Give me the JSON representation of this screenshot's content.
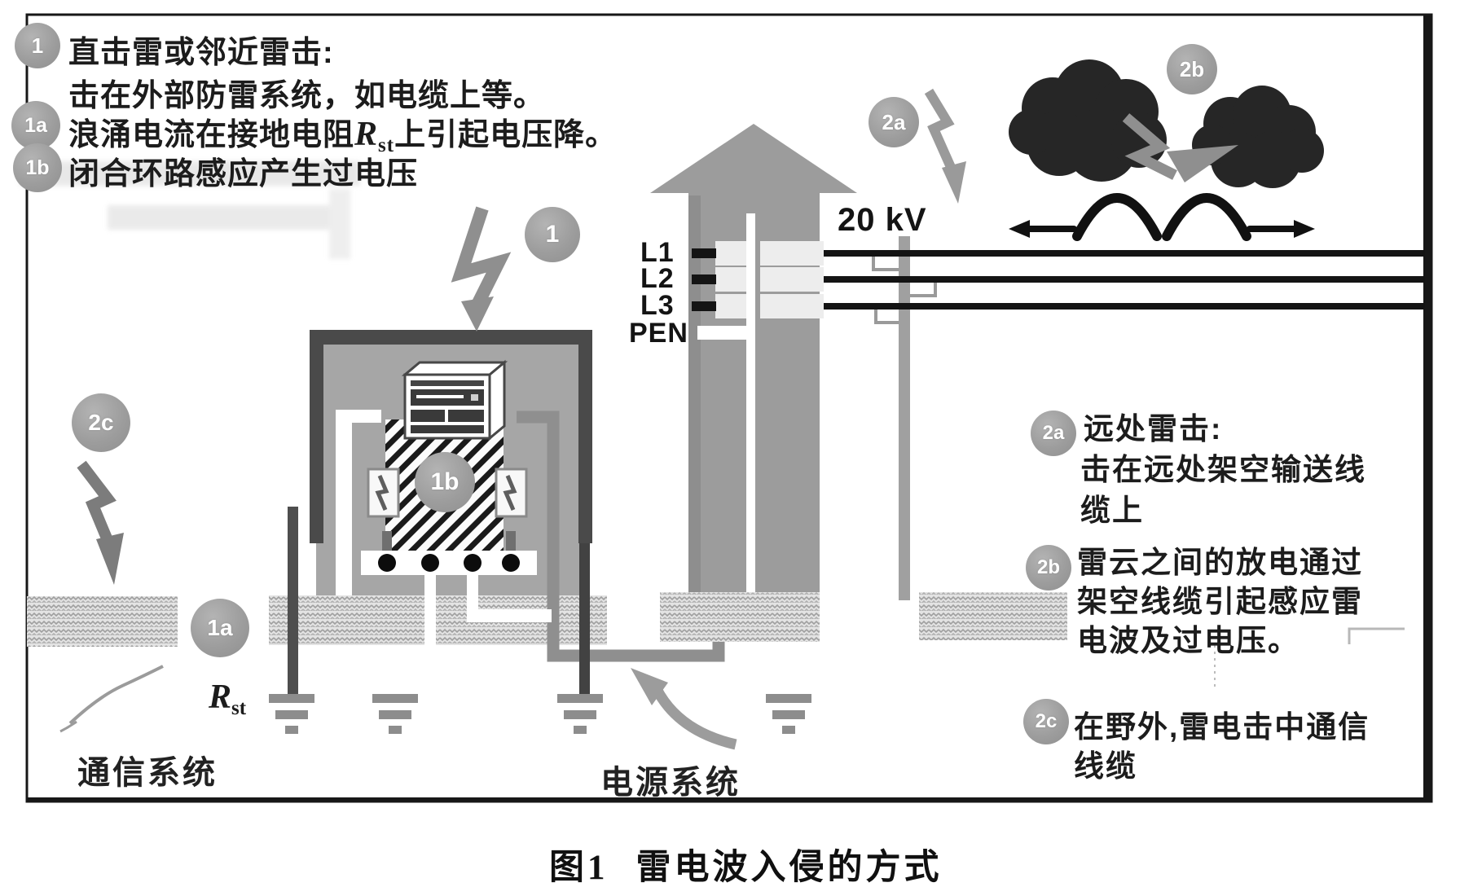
{
  "figure": {
    "caption_no": "图1",
    "caption_title": "雷电波入侵的方式"
  },
  "callouts": {
    "c1": {
      "badge": "1",
      "line1": "直击雷或邻近雷击:",
      "line2": "击在外部防雷系统，如电缆上等。"
    },
    "c1a": {
      "badge": "1a",
      "prefix": "浪涌电流在接地电阻",
      "r": "R",
      "rsub": "st",
      "suffix": "上引起电压降。"
    },
    "c1b": {
      "badge": "1b",
      "text": "闭合环路感应产生过电压"
    },
    "c2a": {
      "badge": "2a",
      "line1": "远处雷击:",
      "line2": "击在远处架空输送线",
      "line3": "缆上"
    },
    "c2b": {
      "badge": "2b",
      "line1": "雷云之间的放电通过",
      "line2": "架空线缆引起感应雷",
      "line3": "电波及过电压。"
    },
    "c2c": {
      "badge": "2c",
      "line1": "在野外,雷电击中通信",
      "line2": "线缆"
    }
  },
  "markers": {
    "m1": "1",
    "m1a": "1a",
    "m1b": "1b",
    "m2a_top": "2a",
    "m2b_top": "2b",
    "m2c_left": "2c",
    "t2a": "2a",
    "t2b": "2b",
    "t2c": "2c"
  },
  "electrical": {
    "l1": "L1",
    "l2": "L2",
    "l3": "L3",
    "pen": "PEN",
    "voltage": "20 kV",
    "resistance_symbol": "R",
    "resistance_sub": "st"
  },
  "systems": {
    "communication": "通信系统",
    "power": "电源系统"
  },
  "colors": {
    "badge_gray": "#9d9d9d",
    "wall_dark": "#4a4a4a",
    "tower_gray": "#9c9c9c",
    "bolt_gray": "#8f8f8f",
    "cloud_dark": "#262626",
    "line_black": "#141414"
  }
}
